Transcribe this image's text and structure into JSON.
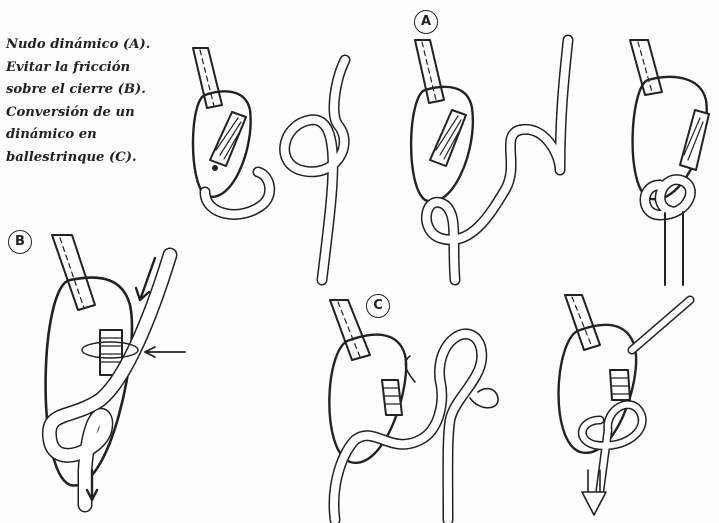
{
  "caption": {
    "lines": [
      "Nudo dinámico (A).",
      "Evitar la fricción",
      "sobre el cierre (B).",
      "Conversión de un",
      "dinámico en",
      "ballestrinque (C)."
    ]
  },
  "labels": {
    "a": "A",
    "b": "B",
    "c": "C"
  },
  "colors": {
    "ink": "#222222",
    "paper": "#fdfdfc",
    "hatch": "#888888"
  }
}
